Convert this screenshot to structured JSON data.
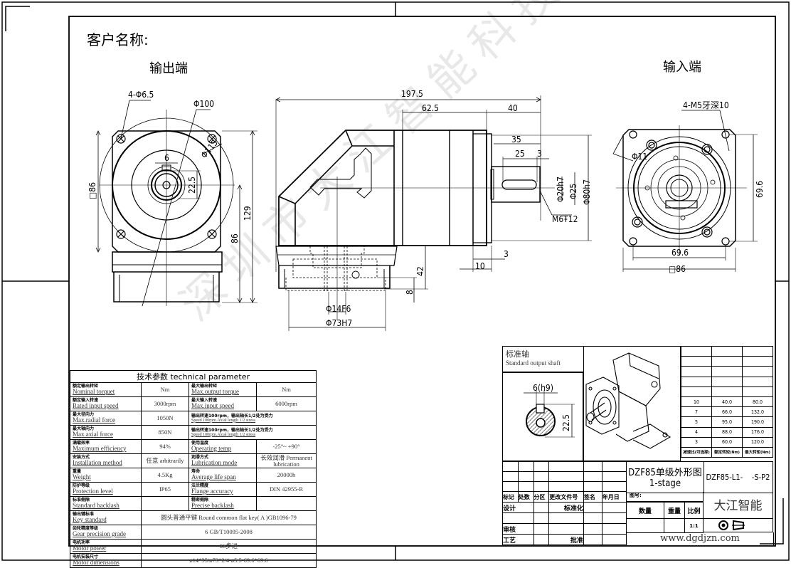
{
  "header": {
    "customer_label": "客户名称:",
    "output_end_label": "输出端",
    "input_end_label": "输入端"
  },
  "watermark": "深圳市大江智能科技有限公司",
  "front_view": {
    "hole_callout": "4-Φ6.5",
    "flange_dia": "Φ100",
    "pcd": "Φ115",
    "key_width": "6",
    "key_height": "22.5",
    "square": "□86",
    "height_total": "129",
    "height_lower": "86"
  },
  "side_view": {
    "overall_length": "197.5",
    "body_length": "62.5",
    "shaft_length": "40",
    "shaft_key_span": "35",
    "key_length": "25",
    "key_offset": "3",
    "shaft_dia": "Φ20h7",
    "key_dia": "Φ25",
    "pilot_dia": "Φ80h7",
    "thread": "M6Ŧ12",
    "flange_thick": "3",
    "flange_width": "10",
    "input_height": "42",
    "input_depth": "8",
    "input_bore": "Φ14F6",
    "input_pilot": "Φ73H7"
  },
  "input_view": {
    "thread_callout": "4-M5牙深10",
    "hole_dia": "Φ11",
    "pcd_h": "69.6",
    "pcd_v": "69.6",
    "square": "□86"
  },
  "tech_params": {
    "title": "技术参数  technical parameter",
    "rows": [
      {
        "cn1": "额定输出转矩",
        "en1": "Nominal torquet",
        "v1": "Nm",
        "cn2": "最大输出转矩",
        "en2": "Max.output torque",
        "v2": "Nm"
      },
      {
        "cn1": "额定输入转速",
        "en1": "Rated input speed",
        "v1": "3000rpm",
        "cn2": "最大输入转速",
        "en2": "Max.input speed",
        "v2": "6000rpm"
      },
      {
        "cn1": "最大径向力",
        "en1": "Max.radial force",
        "v1": "1050N",
        "cn2": "输出转速100rpm，输出轴长1/2处为受力",
        "en2": "Speed 100rpm.Axial length 1/2 stress",
        "v2": ""
      },
      {
        "cn1": "最大轴向力",
        "en1": "Max.axial force",
        "v1": "850N",
        "cn2": "输出转速100rpm，输出轴长1/2处为受力",
        "en2": "Speed 100rpm.Axial length 1/2 stress",
        "v2": ""
      },
      {
        "cn1": "满载效率",
        "en1": "Maximum efficiency",
        "v1": "94%",
        "cn2": "使用温度",
        "en2": "Operating temp",
        "v2": "-25°~ +90°"
      },
      {
        "cn1": "安装方式",
        "en1": "Installation method",
        "v1": "任意 arbitrarily",
        "cn2": "润滑方式",
        "en2": "Lubrication mode",
        "v2": "长效润滑 Permanent lubrication"
      },
      {
        "cn1": "重量",
        "en1": "Weight",
        "v1": "4.5Kg",
        "cn2": "寿命",
        "en2": "Average life span",
        "v2": "20000h"
      },
      {
        "cn1": "防护等级",
        "en1": "Protection level",
        "v1": "IP65",
        "cn2": "法兰精度",
        "en2": "Flange accuracy",
        "v2": "DIN 42955-R"
      },
      {
        "cn1": "标准侧隙",
        "en1": "Standard backlash",
        "v1": "",
        "cn2": "精密侧隙",
        "en2": "Precise backlash",
        "v2": ""
      }
    ],
    "span_rows": [
      {
        "cn": "输出键标准",
        "en": "Key standard",
        "value": "圆头普通平键 Round common flat key( A )GB1096-79"
      },
      {
        "cn": "齿轮精度等级",
        "en": "Gear precision grade",
        "value": "6 GB/T10095-2008"
      },
      {
        "cn": "电机功率",
        "en": "Motor power",
        "value": "86步进"
      },
      {
        "cn": "电机安装尺寸",
        "en": "Motor dimensions",
        "value": "ø14*35/ø73*2/4-ø5.5-69.6*69.6"
      }
    ]
  },
  "standard_shaft": {
    "title_cn": "标准轴",
    "title_en": "Standard output shaft",
    "key_width": "6(h9)",
    "key_height": "22.5"
  },
  "ratio_table": {
    "headers": [
      "减速比(可选择)",
      "额定转矩(Nm)",
      "最大转矩(Nm)"
    ],
    "rows": [
      [
        "",
        "",
        ""
      ],
      [
        "",
        "",
        ""
      ],
      [
        "",
        "",
        ""
      ],
      [
        "",
        "",
        ""
      ],
      [
        "",
        "",
        ""
      ],
      [
        "10",
        "40.0",
        "80.0"
      ],
      [
        "7",
        "66.0",
        "132.0"
      ],
      [
        "5",
        "95.0",
        "190.0"
      ],
      [
        "4",
        "88.0",
        "176.0"
      ],
      [
        "3",
        "60.0",
        "120.0"
      ]
    ]
  },
  "title_block": {
    "rev_headers": [
      "标记",
      "处数",
      "分区",
      "更改文件号",
      "签名",
      "年月日"
    ],
    "design": "设计",
    "standardize": "标准化",
    "review": "审核",
    "process": "工艺",
    "approve": "批准",
    "drawing_title": "DZF85单级外形图",
    "stage": "1-stage",
    "drawing_no": "DZF85-L1-    -S-P2",
    "drawing_code_label": "图号:",
    "qty_label": "数量",
    "weight_label": "重量",
    "scale_label": "比例",
    "scale_value": "1:1",
    "company": "大江智能",
    "website": "www.dgdjzn.com"
  }
}
